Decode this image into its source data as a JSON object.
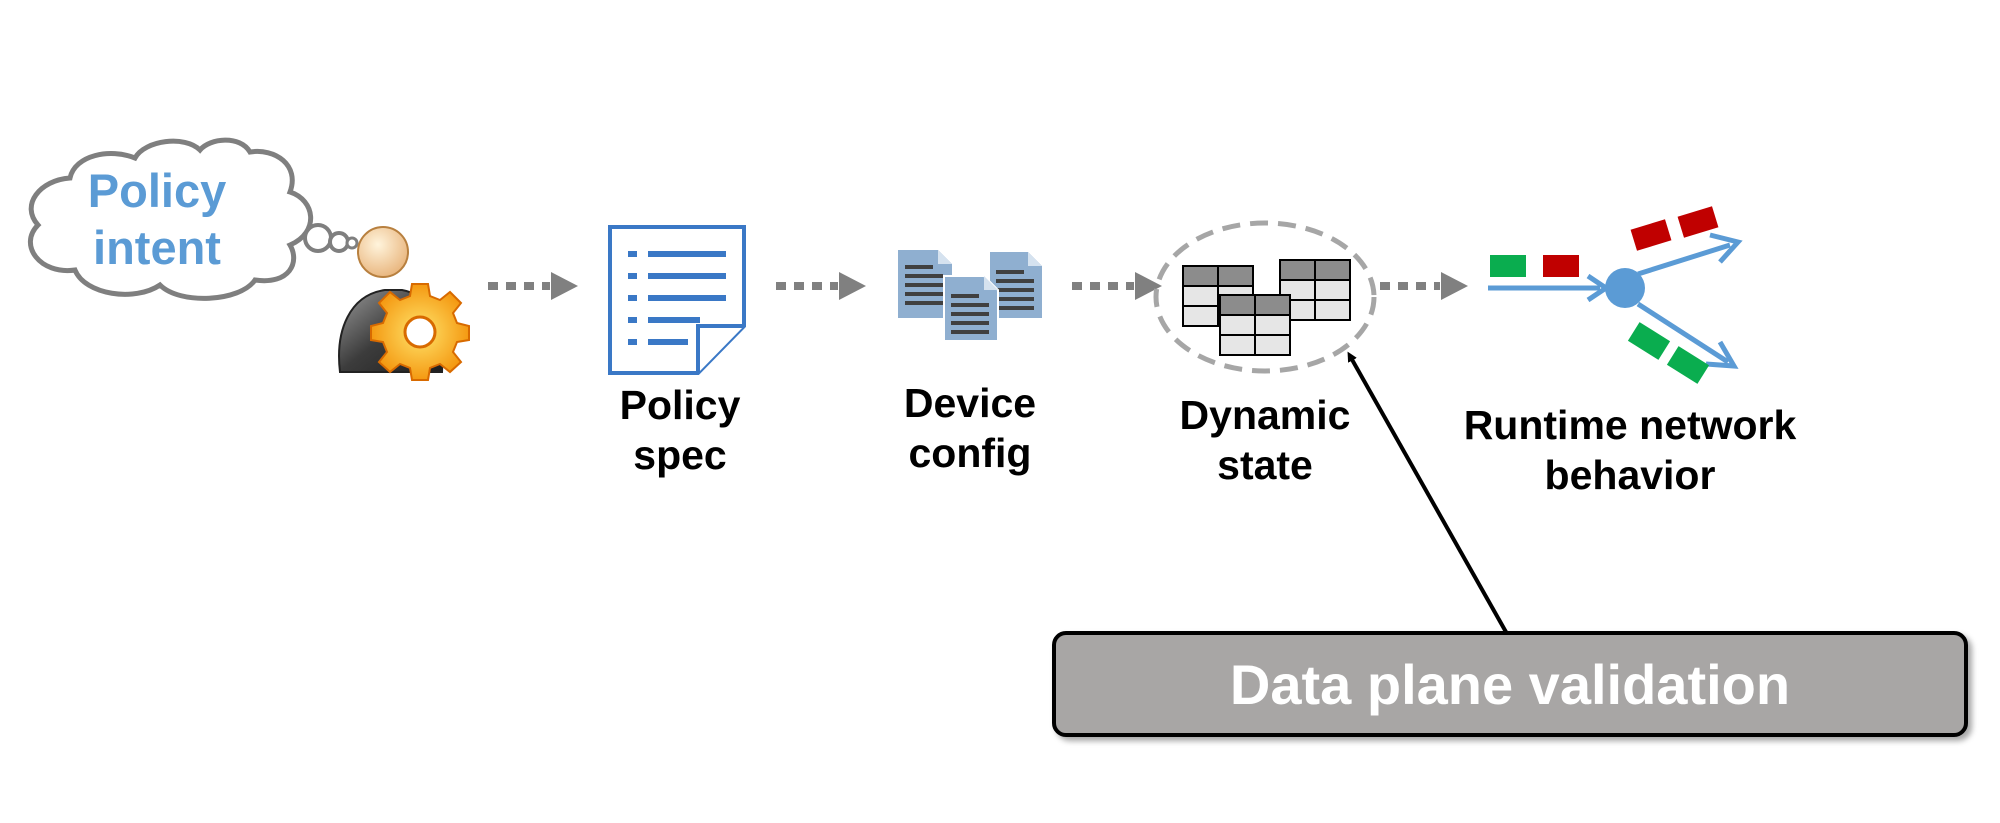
{
  "cloud": {
    "line1": "Policy",
    "line2": "intent"
  },
  "policy_spec": {
    "line1": "Policy",
    "line2": "spec"
  },
  "device_config": {
    "line1": "Device",
    "line2": "config"
  },
  "dynamic_state": {
    "line1": "Dynamic",
    "line2": "state"
  },
  "runtime": {
    "line1": "Runtime network",
    "line2": "behavior"
  },
  "validation": {
    "label": "Data plane validation"
  },
  "colors": {
    "cloud_text": "#5b9bd5",
    "arrow_gray": "#808080",
    "doc_blue": "#3a78c6",
    "config_blue": "#8fafd0",
    "packet_green": "#0aad4f",
    "packet_red": "#c00000",
    "flow_blue": "#5b9bd5",
    "banner_fill": "#a8a6a5"
  }
}
